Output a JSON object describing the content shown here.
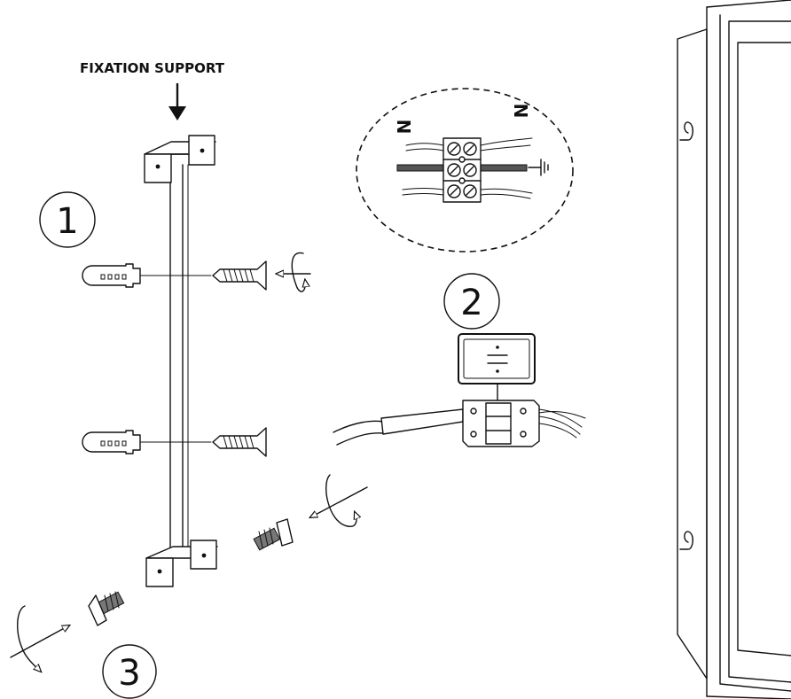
{
  "labels": {
    "fixation_support": "FIXATION SUPPORT"
  },
  "steps": [
    {
      "id": "step-1",
      "number": "1"
    },
    {
      "id": "step-2",
      "number": "2"
    },
    {
      "id": "step-3",
      "number": "3"
    }
  ],
  "wiring": {
    "neutral_left": "N",
    "neutral_right": "N"
  },
  "colors": {
    "line": "#111111",
    "background": "#ffffff"
  }
}
